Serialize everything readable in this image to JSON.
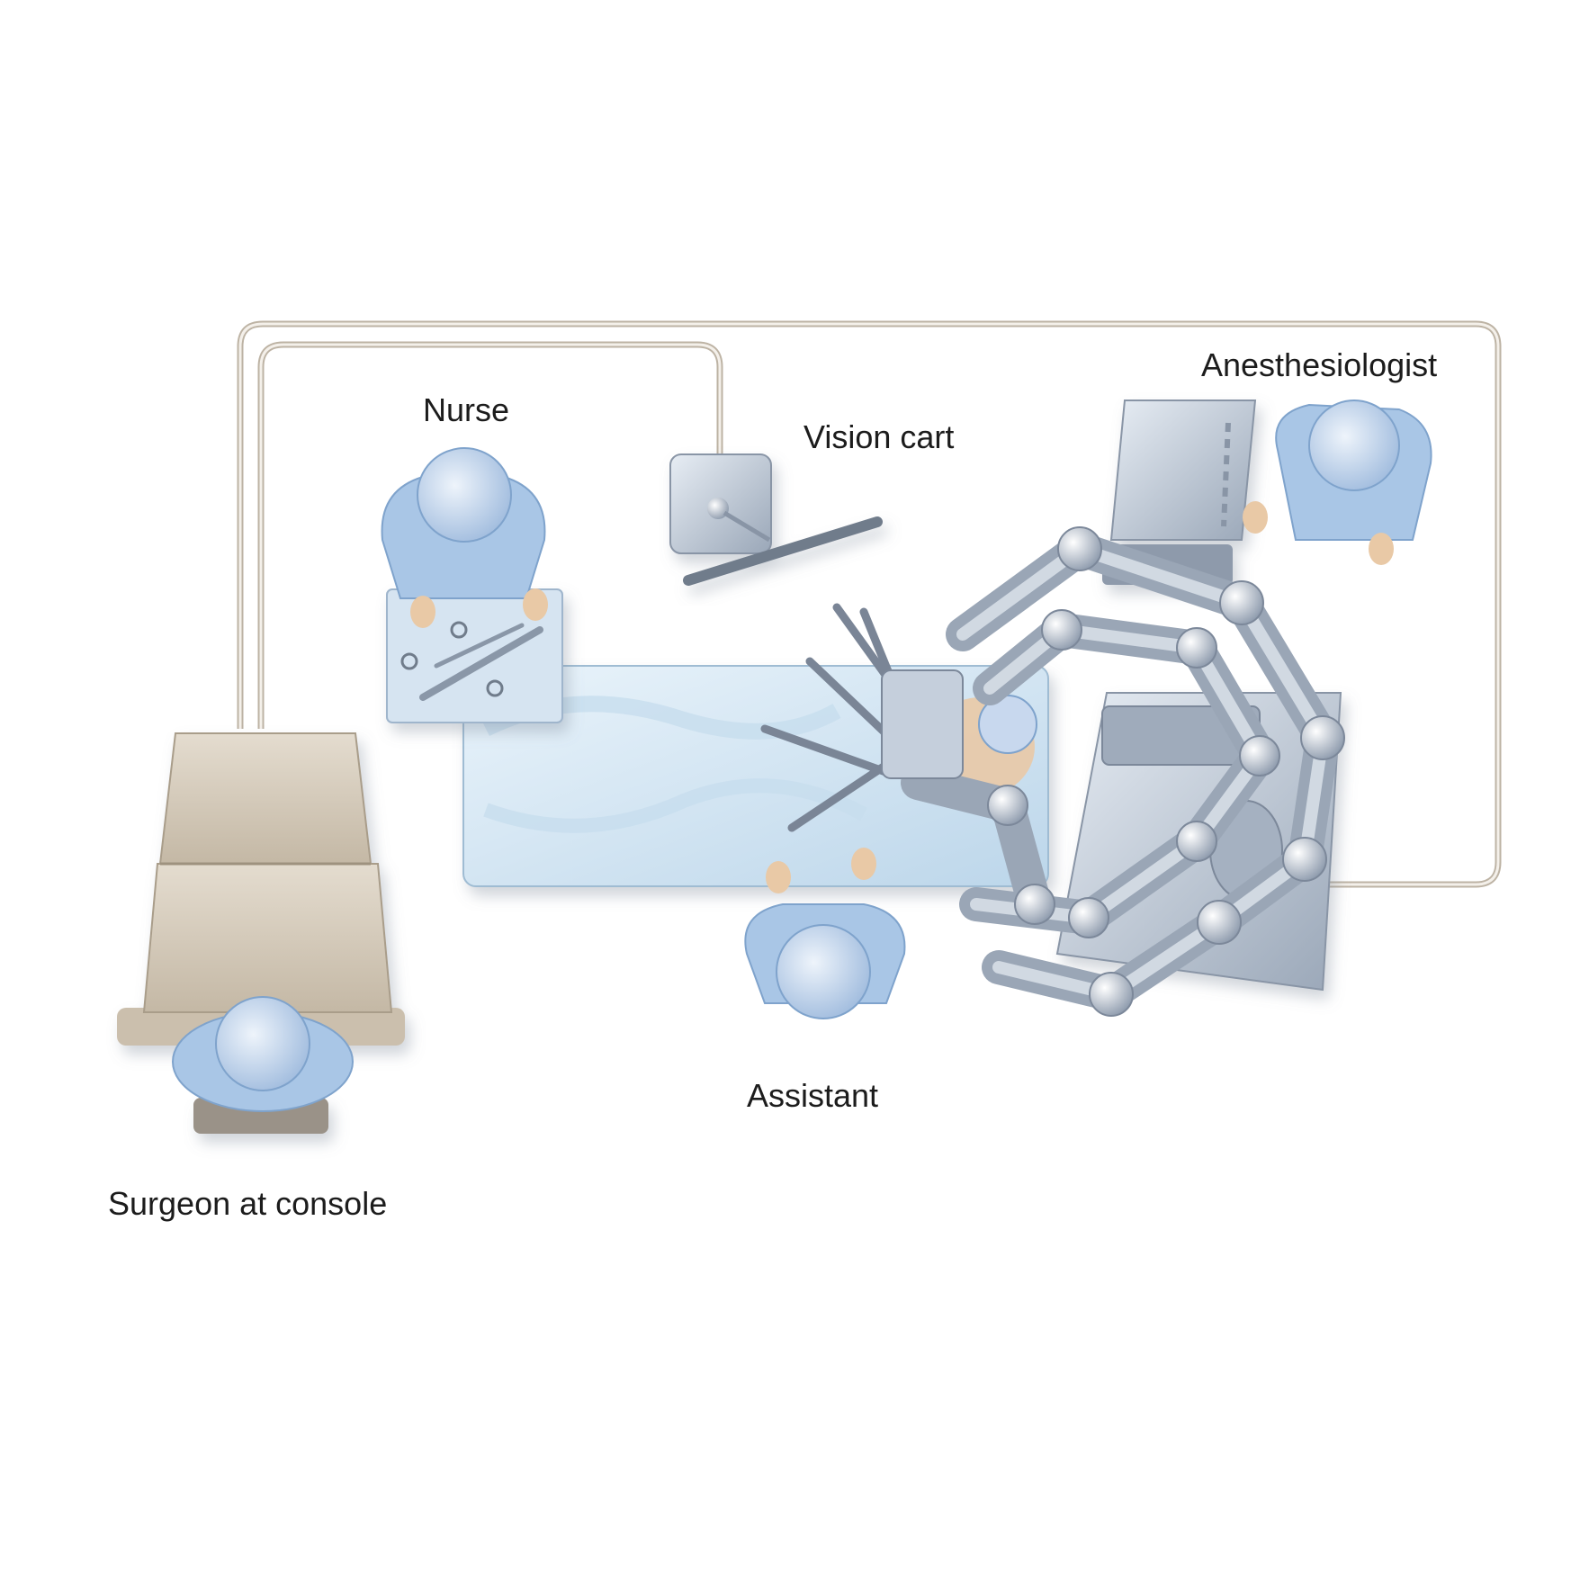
{
  "labels": {
    "nurse": "Nurse",
    "vision_cart": "Vision cart",
    "anesthesiologist": "Anesthesiologist",
    "assistant": "Assistant",
    "surgeon": "Surgeon at console"
  },
  "colors": {
    "cable": "#bdb3a4",
    "scrubs": "#a9c6e6",
    "scrubs_dark": "#7fa3cc",
    "cap": "#c8d8ee",
    "console": "#d8cfc0",
    "console_dark": "#b7ab98",
    "metal": "#bfc8d4",
    "metal_dark": "#8995a6",
    "table": "#d7e8f4",
    "skin": "#e9c9a6"
  },
  "icons": {
    "surgeon": "person-seated-icon",
    "nurse": "person-standing-icon",
    "assistant": "person-standing-icon",
    "anesthesiologist": "person-standing-icon",
    "robot": "robotic-arms-icon",
    "vision_cart": "monitor-cart-icon"
  }
}
